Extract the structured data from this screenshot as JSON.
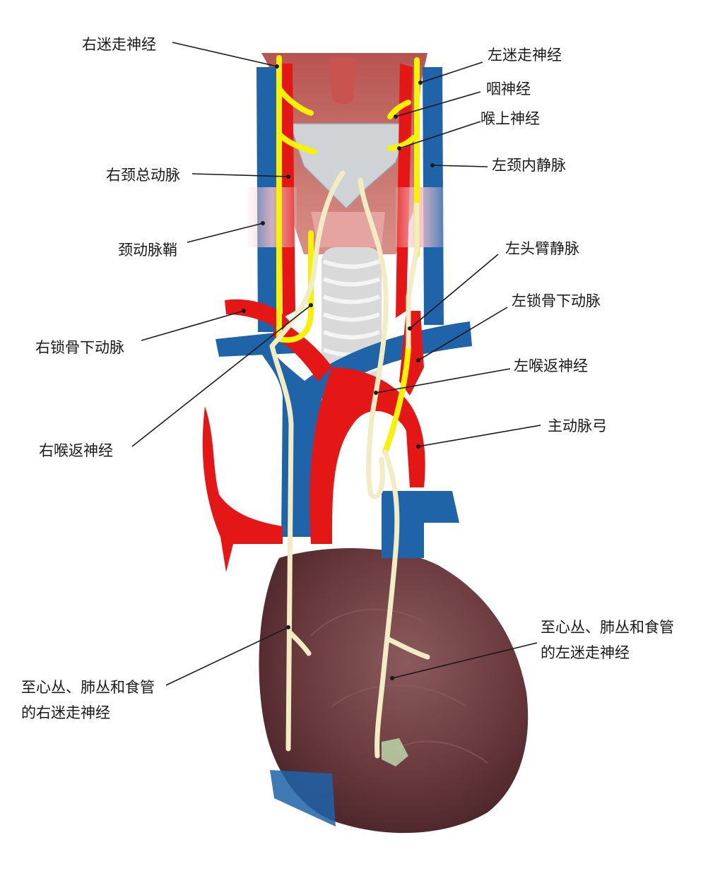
{
  "colors": {
    "artery": "#e51616",
    "vein": "#1f63a8",
    "vagus_nerve": "#f6f201",
    "recurrent_nerve": "#f1ecc4",
    "heart": "#6a3a3e",
    "trachea": "#d9d9d9",
    "sheath": "#f4c9cf",
    "leader_line": "#1a1a1a"
  },
  "labels": {
    "right_vagus": "右迷走神经",
    "left_vagus": "左迷走神经",
    "pharyngeal_nerve": "咽神经",
    "superior_laryngeal": "喉上神经",
    "left_ijv": "左颈内静脉",
    "right_cca": "右颈总动脉",
    "carotid_sheath": "颈动脉鞘",
    "left_brachiocephalic": "左头臂静脉",
    "left_subclavian": "左锁骨下动脉",
    "right_subclavian": "右锁骨下动脉",
    "left_recurrent": "左喉返神经",
    "aortic_arch": "主动脉弓",
    "right_recurrent": "右喉返神经",
    "left_vagus_branches_line1": "至心丛、肺丛和食管",
    "left_vagus_branches_line2": "的左迷走神经",
    "right_vagus_branches_line1": "至心丛、肺丛和食管",
    "right_vagus_branches_line2": "的右迷走神经"
  }
}
